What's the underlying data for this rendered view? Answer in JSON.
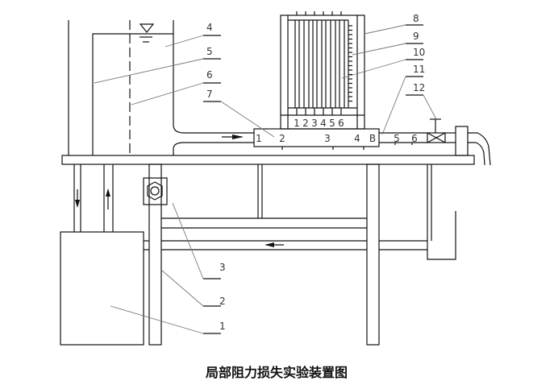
{
  "caption": "局部阻力损失实验装置图",
  "callouts": [
    "1",
    "2",
    "3",
    "4",
    "5",
    "6",
    "7",
    "8",
    "9",
    "10",
    "11",
    "12"
  ],
  "section_marks": [
    "1",
    "2",
    "3",
    "4",
    "B",
    "5",
    "6"
  ],
  "tube_numbers": [
    "1",
    "2",
    "3",
    "4",
    "5",
    "6"
  ],
  "icons": {
    "water_level": "water-level-triangle",
    "valve": "valve-x",
    "pump": "pump-circle",
    "flow": "flow-arrow"
  }
}
